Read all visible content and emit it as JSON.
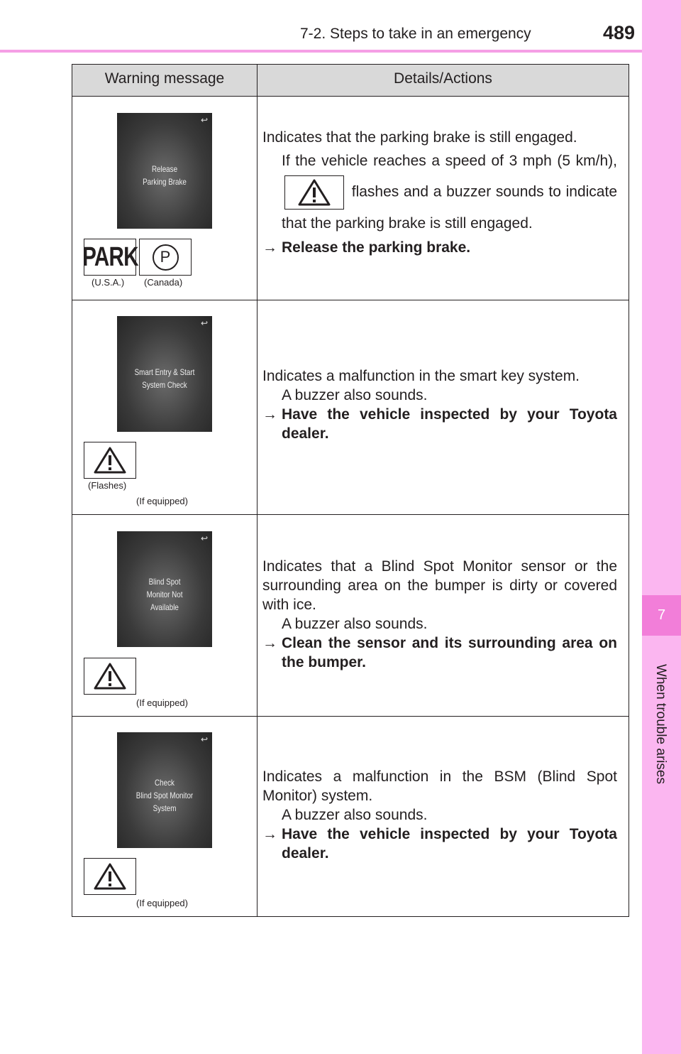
{
  "header": {
    "section": "7-2. Steps to take in an emergency",
    "page": "489"
  },
  "side_tab": {
    "number": "7",
    "label": "When trouble arises"
  },
  "table": {
    "col_warning": "Warning message",
    "col_details": "Details/Actions",
    "rows": [
      {
        "display_lines": [
          "Release",
          "Parking Brake"
        ],
        "label_usa": "(U.S.A.)",
        "label_canada": "(Canada)",
        "park_text": "PARK",
        "p_symbol": "P",
        "main": "Indicates that the parking brake is still engaged.",
        "detail_a": "If the vehicle reaches a speed of 3 mph (5 km/h),",
        "detail_b": "flashes and a buzzer sounds to indicate that the parking brake is still engaged.",
        "action_arrow": "→",
        "action": "Release the parking brake."
      },
      {
        "display_lines": [
          "Smart Entry & Start",
          "System Check"
        ],
        "label_flashes": "(Flashes)",
        "label_equipped": "(If equipped)",
        "main": "Indicates a malfunction in the smart key system.",
        "detail": "A buzzer also sounds.",
        "action_arrow": "→",
        "action": "Have the vehicle inspected by your Toyota dealer."
      },
      {
        "display_lines": [
          "Blind Spot",
          "Monitor Not",
          "Available"
        ],
        "label_equipped": "(If equipped)",
        "main": "Indicates that a Blind Spot Monitor sensor or the surrounding area on the bumper is dirty or covered with ice.",
        "detail": "A buzzer also sounds.",
        "action_arrow": "→",
        "action": "Clean the sensor and its surrounding area on the bumper."
      },
      {
        "display_lines": [
          "Check",
          "Blind Spot Monitor",
          "System"
        ],
        "label_equipped": "(If equipped)",
        "main": "Indicates a malfunction in the BSM (Blind Spot Monitor) system.",
        "detail": "A buzzer also sounds.",
        "action_arrow": "→",
        "action": "Have the vehicle inspected by your Toyota dealer."
      }
    ]
  },
  "icons": {
    "back": "↩",
    "warning": "warning-triangle-icon"
  },
  "colors": {
    "tab": "#fbb6f0",
    "tab_accent": "#f27ed9",
    "rule": "#f59fe5",
    "header_cell": "#d9d9d9"
  }
}
